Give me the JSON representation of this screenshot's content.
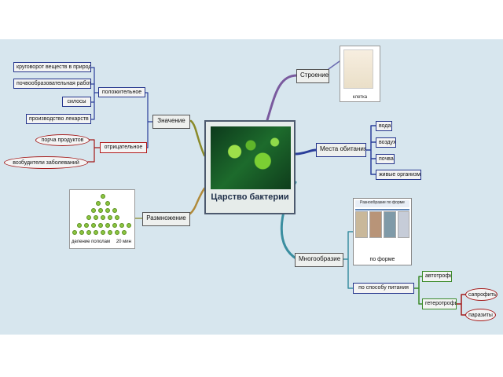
{
  "title": "Царство бактерии",
  "branches": {
    "structure": "Строение",
    "habitat": "Места обитания",
    "meaning": "Значение",
    "reproduction": "Размножение",
    "diversity": "Многообразие"
  },
  "structure_image_caption": "клетка",
  "habitat_items": [
    "вода",
    "воздух",
    "почва",
    "живые организмы"
  ],
  "meaning": {
    "positive_label": "положительное",
    "positive_items": [
      "круговорот веществ в природе",
      "почвообразовательная работа",
      "силосы",
      "производство лекарств"
    ],
    "negative_label": "отрицательное",
    "negative_items": [
      "порча продуктов",
      "возбудители заболеваний"
    ]
  },
  "reproduction_caption": [
    "деление пополам",
    "20 мин"
  ],
  "diversity": {
    "shape_header": "Разнообразие по форме",
    "shape_caption": "по форме",
    "nutrition_label": "по способу питания",
    "nutrition_types": [
      "автотрофы",
      "гетеротрофы"
    ],
    "heterotroph_types": [
      "сапрофиты",
      "паразиты"
    ]
  },
  "colors": {
    "branch_line": "#3e4aa0",
    "negative_border": "#b21c1c",
    "green_border": "#3b8a2a",
    "panel_bg": "#d7e6ee",
    "frame": "#7e9a7a"
  }
}
